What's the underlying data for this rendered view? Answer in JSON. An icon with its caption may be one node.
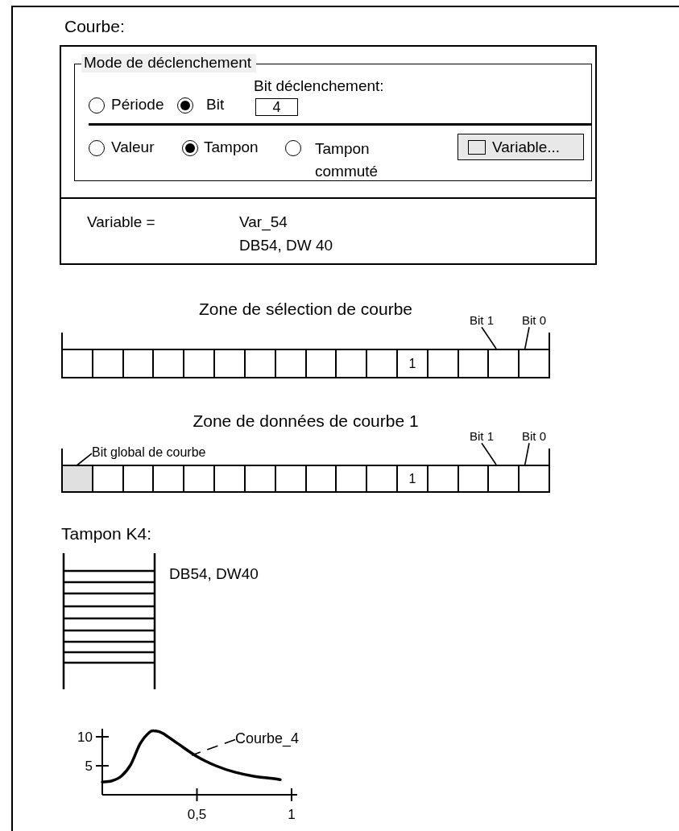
{
  "diagram": {
    "nodes": [
      {
        "text": [
          "Courbe:"
        ]
      },
      {
        "text": [
          "Mode de déclenchement"
        ],
        "in": 0
      },
      {
        "text": [
          "Zone de sélection de courbe"
        ]
      },
      {
        "text": [
          "Bit 1"
        ],
        "in": 2
      },
      {
        "text": [
          "Bit 0"
        ],
        "in": 2
      },
      {
        "text": [
          "Zone de données de courbe 1"
        ]
      },
      {
        "text": [
          "Bit global de courbe"
        ],
        "in": 5
      },
      {
        "text": [
          "Bit 1"
        ],
        "in": 5
      },
      {
        "text": [
          "Bit 0"
        ],
        "in": 5
      },
      {
        "text": [
          "Tampon K4:"
        ],
        "beside": [
          "DB54, DW40"
        ]
      },
      {
        "text": [
          "Courbe_4"
        ]
      }
    ],
    "edges": [
      {
        "from": 3,
        "to": 2,
        "arrow": "none"
      },
      {
        "from": 4,
        "to": 2,
        "arrow": "none"
      },
      {
        "from": 6,
        "to": 5,
        "arrow": "none"
      },
      {
        "from": 7,
        "to": 5,
        "arrow": "none"
      },
      {
        "from": 8,
        "to": 5,
        "arrow": "none"
      },
      {
        "from": 10,
        "to": null,
        "arrow": "none",
        "style": "dashed"
      }
    ],
    "labels": [
      "Période",
      "Bit",
      "Bit déclenchement:",
      "4",
      "Valeur",
      "Tampon",
      "Tampon commuté",
      "Variable...",
      "Variable =",
      "Var_54",
      "DB54, DW 40",
      "1",
      "1"
    ],
    "chart_data": {
      "type": "line",
      "x": [
        0,
        0.05,
        0.1,
        0.15,
        0.2,
        0.25,
        0.28,
        0.32,
        0.4,
        0.5,
        0.6,
        0.7,
        0.8,
        0.9,
        0.94
      ],
      "series": [
        {
          "color": "#000000",
          "values": [
            2.2,
            2.4,
            3.2,
            5.2,
            8.8,
            10.8,
            11,
            10.6,
            8.8,
            6.6,
            5.0,
            3.9,
            3.2,
            2.8,
            2.6
          ]
        }
      ],
      "xlim": [
        0,
        1.03
      ],
      "ylim": [
        0,
        11.4
      ],
      "xticks": [
        {
          "value": 0.5,
          "label": "0,5"
        },
        1
      ],
      "yticks": [
        5,
        10
      ]
    }
  }
}
